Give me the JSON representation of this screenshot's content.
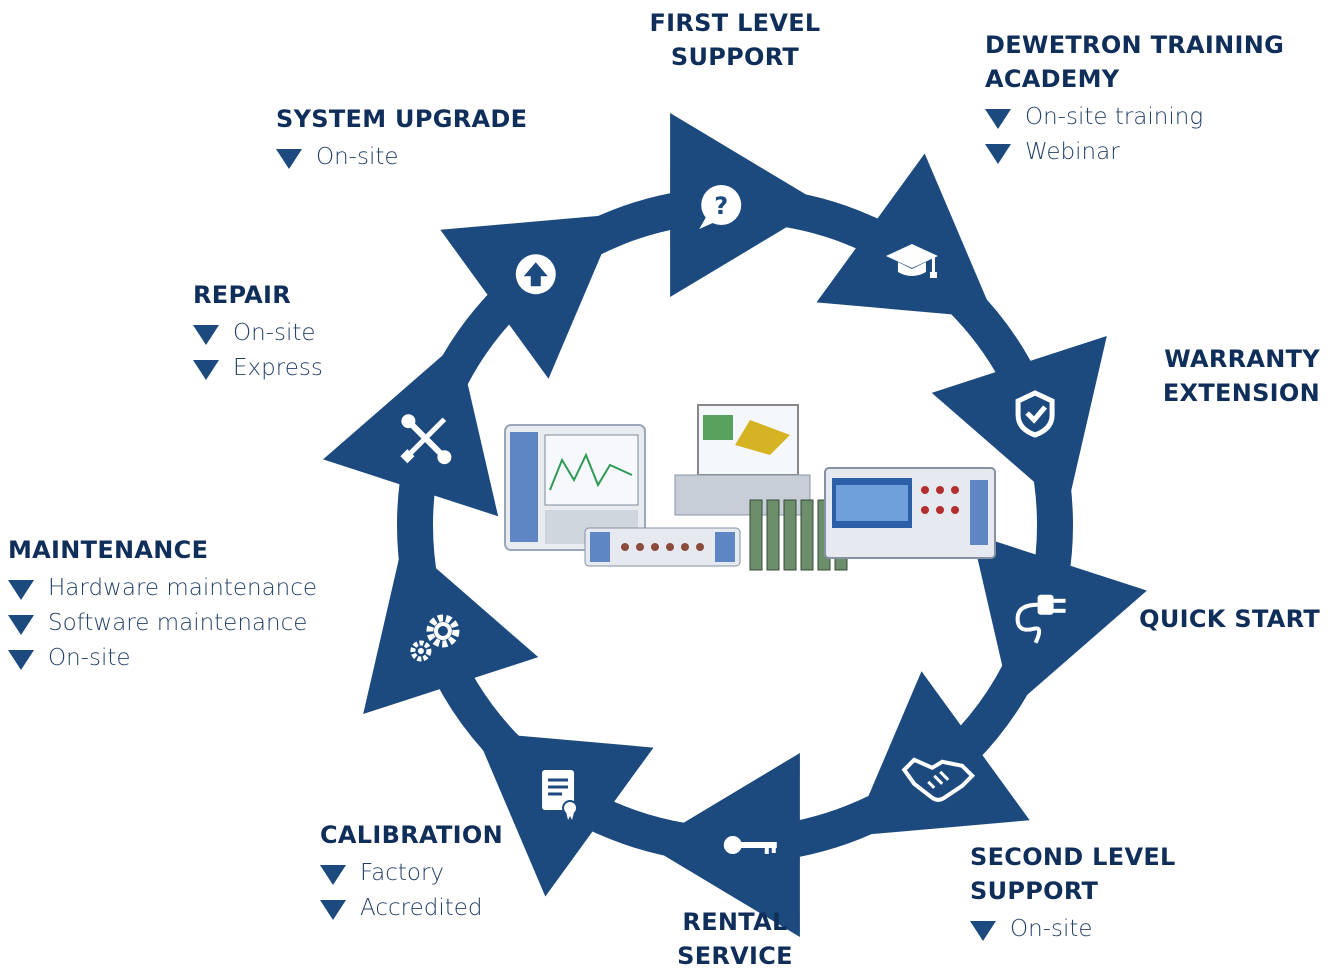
{
  "colors": {
    "primary": "#1c4a7e",
    "text": "#0f2e5a",
    "background": "#ffffff"
  },
  "services": [
    {
      "id": "first-level-support",
      "title_lines": [
        "FIRST LEVEL",
        "SUPPORT"
      ],
      "items": [],
      "icon": "question-bubble-icon"
    },
    {
      "id": "dewetron-training-academy",
      "title_lines": [
        "DEWETRON TRAINING",
        "ACADEMY"
      ],
      "items": [
        "On-site training",
        "Webinar"
      ],
      "icon": "graduation-cap-icon"
    },
    {
      "id": "warranty-extension",
      "title_lines": [
        "WARRANTY",
        "EXTENSION"
      ],
      "items": [],
      "icon": "shield-check-icon"
    },
    {
      "id": "quick-start",
      "title_lines": [
        "QUICK START"
      ],
      "items": [],
      "icon": "power-plug-icon"
    },
    {
      "id": "second-level-support",
      "title_lines": [
        "SECOND LEVEL",
        "SUPPORT"
      ],
      "items": [
        "On-site"
      ],
      "icon": "handshake-icon"
    },
    {
      "id": "rental-service",
      "title_lines": [
        "RENTAL",
        "SERVICE"
      ],
      "items": [],
      "icon": "key-icon"
    },
    {
      "id": "calibration",
      "title_lines": [
        "CALIBRATION"
      ],
      "items": [
        "Factory",
        "Accredited"
      ],
      "icon": "certificate-icon"
    },
    {
      "id": "maintenance",
      "title_lines": [
        "MAINTENANCE"
      ],
      "items": [
        "Hardware maintenance",
        "Software maintenance",
        "On-site"
      ],
      "icon": "gears-icon"
    },
    {
      "id": "repair",
      "title_lines": [
        "REPAIR"
      ],
      "items": [
        "On-site",
        "Express"
      ],
      "icon": "wrench-screwdriver-icon"
    },
    {
      "id": "system-upgrade",
      "title_lines": [
        "SYSTEM UPGRADE"
      ],
      "items": [
        "On-site"
      ],
      "icon": "upload-arrow-icon"
    }
  ],
  "center_image": {
    "description_icon": "measurement-devices-image"
  }
}
